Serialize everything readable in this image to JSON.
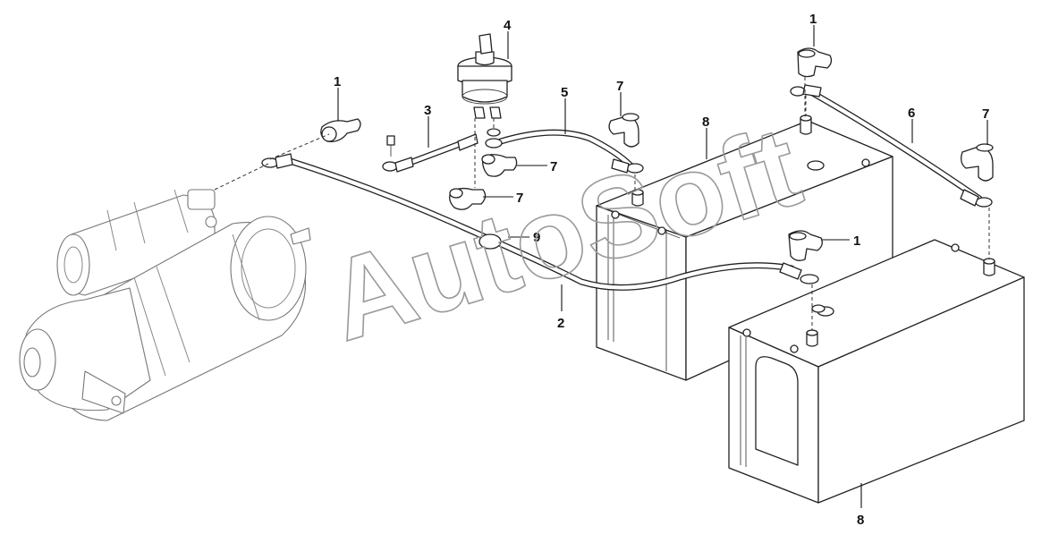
{
  "watermark": "AutoSoft",
  "callouts": [
    {
      "id": "c1a",
      "text": "1"
    },
    {
      "id": "c1b",
      "text": "1"
    },
    {
      "id": "c1c",
      "text": "1"
    },
    {
      "id": "c2",
      "text": "2"
    },
    {
      "id": "c3",
      "text": "3"
    },
    {
      "id": "c4",
      "text": "4"
    },
    {
      "id": "c5",
      "text": "5"
    },
    {
      "id": "c6",
      "text": "6"
    },
    {
      "id": "c7a",
      "text": "7"
    },
    {
      "id": "c7b",
      "text": "7"
    },
    {
      "id": "c7c",
      "text": "7"
    },
    {
      "id": "c7d",
      "text": "7"
    },
    {
      "id": "c8a",
      "text": "8"
    },
    {
      "id": "c8b",
      "text": "8"
    },
    {
      "id": "c9",
      "text": "9"
    }
  ]
}
